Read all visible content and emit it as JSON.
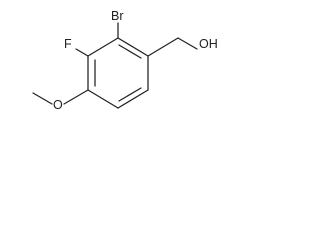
{
  "structure": {
    "labels": {
      "bromine": "Br",
      "fluorine": "F",
      "hydroxyl": "OH",
      "ether_oxygen": "O"
    }
  }
}
